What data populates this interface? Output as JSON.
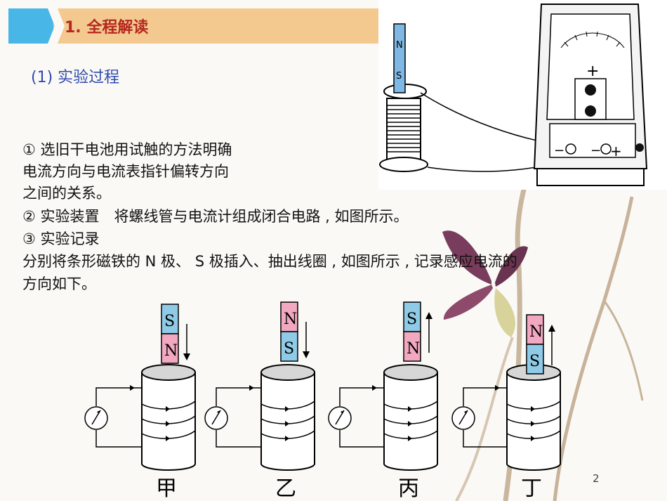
{
  "title": "1. 全程解读",
  "section_heading": "(1) 实验过程",
  "lines": {
    "l1": "① 选旧干电池用试触的方法明确",
    "l2": "电流方向与电流表指针偏转方向",
    "l3": "之间的关系。",
    "l4": "② 实验装置　将螺线管与电流计组成闭合电路 , 如图所示。",
    "l5": "③ 实验记录",
    "l6": "分别将条形磁铁的 N 极、 S 极插入、抽出线圈 , 如图所示 , 记录感应电流的",
    "l7": "方向如下。"
  },
  "diagrams": [
    {
      "label": "甲",
      "top_pole": "S",
      "bottom_pole": "N",
      "arrow": "down"
    },
    {
      "label": "乙",
      "top_pole": "N",
      "bottom_pole": "S",
      "arrow": "down"
    },
    {
      "label": "丙",
      "top_pole": "S",
      "bottom_pole": "N",
      "arrow": "up"
    },
    {
      "label": "丁",
      "top_pole": "N",
      "bottom_pole": "S",
      "arrow": "up"
    }
  ],
  "photo_magnet_top": "N",
  "photo_magnet_bottom": "S",
  "meter_minus": "−",
  "meter_minus2": "−",
  "meter_plus": "+",
  "meter_top_plus": "+",
  "page_number": "2",
  "colors": {
    "title_bar": "#f4c990",
    "title_tab": "#49b6e8",
    "title_text": "#b4281f",
    "section_text": "#2f4bb0",
    "pole_N": "#f2a8c0",
    "pole_S": "#8fcbe6"
  }
}
